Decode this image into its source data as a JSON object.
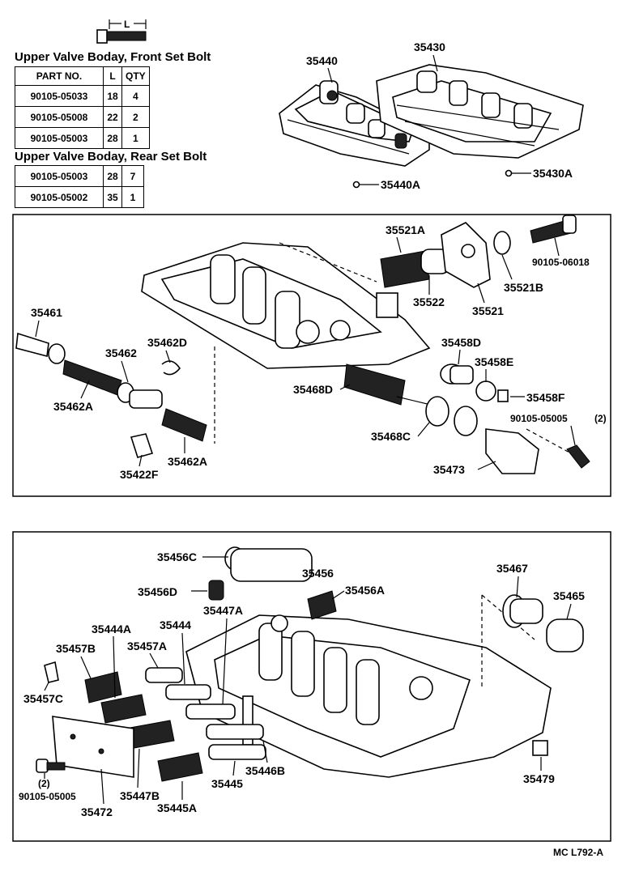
{
  "front_bolt": {
    "title": "Upper Valve Boday, Front Set Bolt",
    "length_symbol": "L",
    "headers": [
      "PART  NO.",
      "L",
      "QTY"
    ],
    "rows": [
      [
        "90105-05033",
        "18",
        "4"
      ],
      [
        "90105-05008",
        "22",
        "2"
      ],
      [
        "90105-05003",
        "28",
        "1"
      ]
    ]
  },
  "rear_bolt": {
    "title": "Upper Valve Boday, Rear Set Bolt",
    "rows": [
      [
        "90105-05003",
        "28",
        "7"
      ],
      [
        "90105-05002",
        "35",
        "1"
      ]
    ]
  },
  "top_labels": {
    "p35440": "35440",
    "p35430": "35430",
    "p35440A": "35440A",
    "p35430A": "35430A"
  },
  "middle_labels": {
    "p35521A": "35521A",
    "p90105_06018": "90105-06018",
    "p35522": "35522",
    "p35521": "35521",
    "p35521B": "35521B",
    "p35461": "35461",
    "p35462D": "35462D",
    "p35462": "35462",
    "p35462A_1": "35462A",
    "p35462A_2": "35462A",
    "p35422F": "35422F",
    "p35458D": "35458D",
    "p35458E": "35458E",
    "p35458F": "35458F",
    "p35468D": "35468D",
    "p90105_05005": "90105-05005",
    "qty_2a": "(2)",
    "p35468C": "35468C",
    "p35473": "35473"
  },
  "bottom_labels": {
    "p35456C": "35456C",
    "p35456": "35456",
    "p35456D": "35456D",
    "p35456A": "35456A",
    "p35447A": "35447A",
    "p35444A": "35444A",
    "p35444": "35444",
    "p35457B": "35457B",
    "p35457A": "35457A",
    "p35457C": "35457C",
    "p35467": "35467",
    "p35465": "35465",
    "qty_2b": "(2)",
    "p90105_05005b": "90105-05005",
    "p35472": "35472",
    "p35447B": "35447B",
    "p35445": "35445",
    "p35445A": "35445A",
    "p35446B": "35446B",
    "p35479": "35479"
  },
  "footer": {
    "code": "MC L792-A"
  }
}
